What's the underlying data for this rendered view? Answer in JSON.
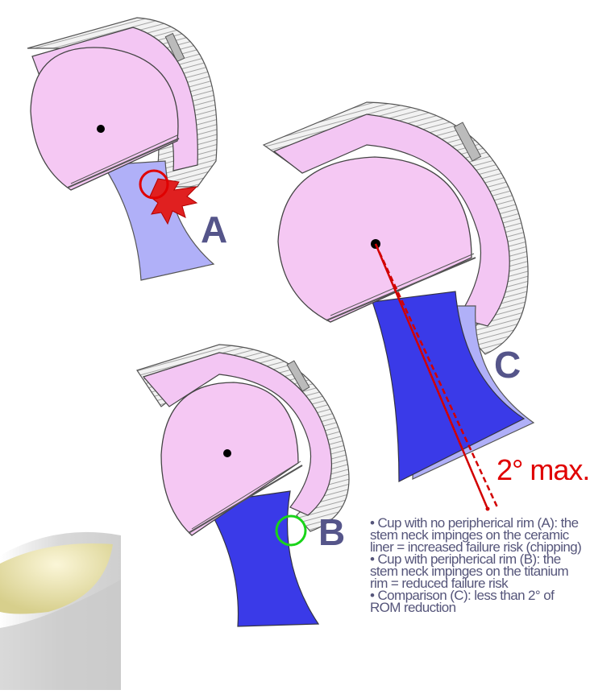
{
  "labels": {
    "panel_a": "A",
    "panel_b": "B",
    "panel_c": "C",
    "angle": "2° max."
  },
  "caption": [
    "• Cup with no peripherical rim (A): the stem neck impinges on the ceramic liner = increased failure risk (chipping)",
    "• Cup with peripherical rim (B): the stem neck impinges on the titanium rim = reduced failure risk",
    "• Comparison (C): less than 2° of ROM reduction"
  ],
  "colors": {
    "liner": "#f3c6f3",
    "head": "#f5c8f3",
    "shell_hatch": "#e6e6e6",
    "stem_a": "#b0b0f8",
    "stem_bc": "#3a3ae8",
    "impingement_bad": "#e00000",
    "impingement_ok": "#19d419",
    "label": "#55558a",
    "angle_line": "#d20000"
  }
}
